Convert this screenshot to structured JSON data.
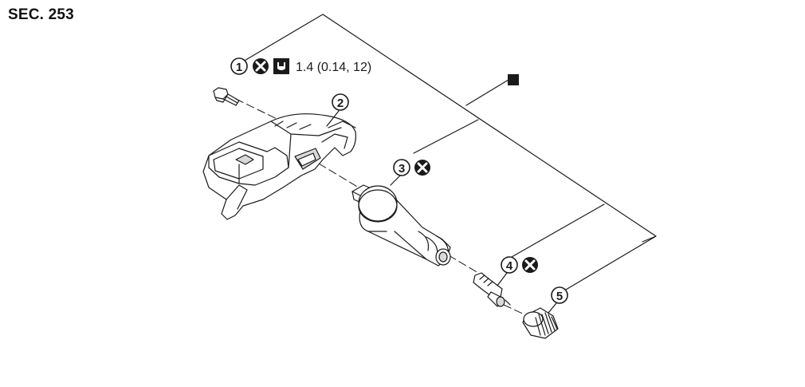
{
  "section": "SEC. 253",
  "callouts": [
    {
      "number": "1",
      "replace_symbol": true,
      "torque": "1.4 (0.14, 12)",
      "torque_icon": "torque-wrench-icon"
    },
    {
      "number": "2",
      "replace_symbol": false
    },
    {
      "number": "3",
      "replace_symbol": true
    },
    {
      "number": "4",
      "replace_symbol": true
    },
    {
      "number": "5",
      "replace_symbol": false
    }
  ],
  "kit_marker": "filled-square-icon",
  "colors": {
    "line": "#1a1a1a",
    "background": "#ffffff",
    "shade": "#d9d9d9"
  }
}
